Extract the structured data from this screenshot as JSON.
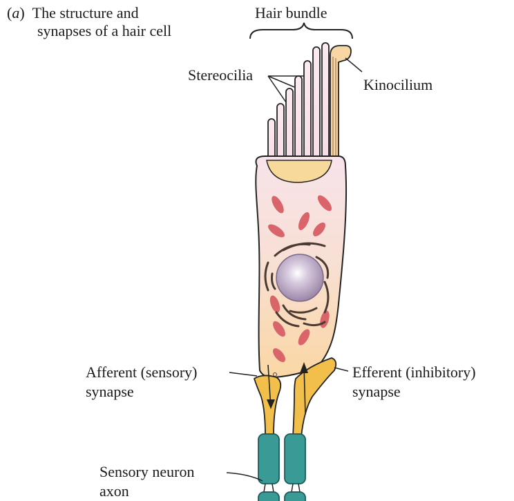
{
  "figure": {
    "panel_prefix": "(",
    "panel_letter": "a",
    "panel_suffix": ")",
    "title_line1": "The structure and",
    "title_line2": "synapses of a hair cell"
  },
  "labels": {
    "hair_bundle": "Hair bundle",
    "stereocilia": "Stereocilia",
    "kinocilium": "Kinocilium",
    "afferent_line1": "Afferent (sensory)",
    "afferent_line2": "synapse",
    "efferent_line1": "Efferent (inhibitory)",
    "efferent_line2": "synapse",
    "neuron_line1": "Sensory neuron",
    "neuron_line2": "axon"
  },
  "colors": {
    "cell_top": "#f6dfe6",
    "cell_bottom": "#f9d9a8",
    "cuticular_plate": "#f8d89a",
    "mitochondria": "#d9646a",
    "nucleus": "#a894b0",
    "golgi": "#4a3a32",
    "nerve_terminal": "#f2c04a",
    "axon_sheath": "#3a9a96",
    "outline": "#222222"
  }
}
